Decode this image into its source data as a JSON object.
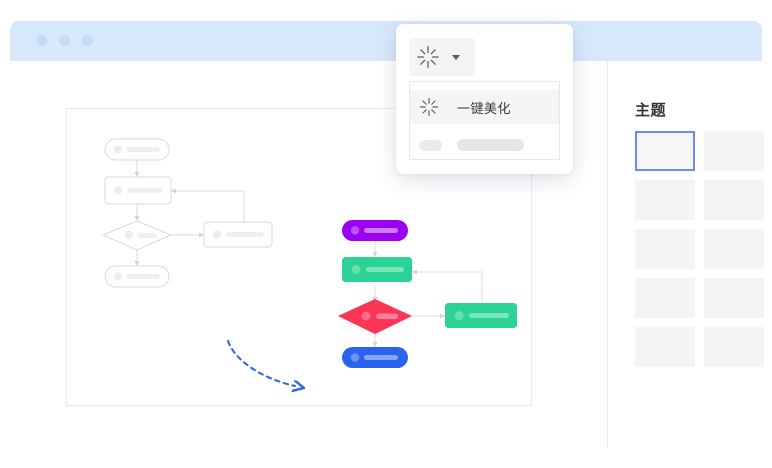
{
  "window": {
    "titlebar": {
      "dots": [
        "close-dot",
        "minimize-dot",
        "maximize-dot"
      ],
      "color": "#d8e8fb",
      "dot_color": "#c2dbf7"
    }
  },
  "beautify_popup": {
    "trigger": {
      "icon": "sparkle-beautify-icon",
      "caret": "chevron-down-icon"
    },
    "menu": {
      "items": [
        {
          "icon": "sparkle-beautify-icon",
          "label": "一键美化",
          "highlighted": true
        }
      ],
      "skeleton_row": {
        "small_pill": "",
        "large_pill": ""
      }
    }
  },
  "theme_panel": {
    "title": "主题",
    "selected_index": 0,
    "accent_color": "#6b8cf7",
    "swatch_color": "#f4f4f5",
    "swatches": [
      {
        "id": "theme-1",
        "selected": true
      },
      {
        "id": "theme-2",
        "selected": false
      },
      {
        "id": "theme-3",
        "selected": false
      },
      {
        "id": "theme-4",
        "selected": false
      },
      {
        "id": "theme-5",
        "selected": false
      },
      {
        "id": "theme-6",
        "selected": false
      },
      {
        "id": "theme-7",
        "selected": false
      },
      {
        "id": "theme-8",
        "selected": false
      },
      {
        "id": "theme-9",
        "selected": false
      },
      {
        "id": "theme-10",
        "selected": false
      }
    ]
  },
  "canvas": {
    "plain_flowchart": {
      "label": "before-beautify-flowchart",
      "node_fill": "#ffffff",
      "node_stroke": "#d9d9dd",
      "placeholder_dot": "#ededef",
      "placeholder_bar": "#f0f0f2",
      "connector_color": "#d8d8dc",
      "nodes": [
        {
          "id": "plain-start",
          "shape": "terminator"
        },
        {
          "id": "plain-process-1",
          "shape": "rectangle"
        },
        {
          "id": "plain-decision",
          "shape": "diamond"
        },
        {
          "id": "plain-process-2",
          "shape": "rectangle"
        },
        {
          "id": "plain-end",
          "shape": "terminator"
        }
      ]
    },
    "transform_arrow": {
      "label": "beautify-transition-arrow",
      "color": "#2f63e0",
      "style": "dashed-curved"
    },
    "styled_flowchart": {
      "label": "after-beautify-flowchart",
      "connector_color": "#dcdce0",
      "nodes": [
        {
          "id": "styled-start",
          "shape": "terminator",
          "color": "#9c00f3"
        },
        {
          "id": "styled-process-1",
          "shape": "rectangle",
          "color": "#2bd394"
        },
        {
          "id": "styled-decision",
          "shape": "diamond",
          "color": "#fa3556"
        },
        {
          "id": "styled-process-2",
          "shape": "rectangle",
          "color": "#2bd394"
        },
        {
          "id": "styled-end",
          "shape": "terminator",
          "color": "#2b62f0"
        }
      ]
    }
  }
}
